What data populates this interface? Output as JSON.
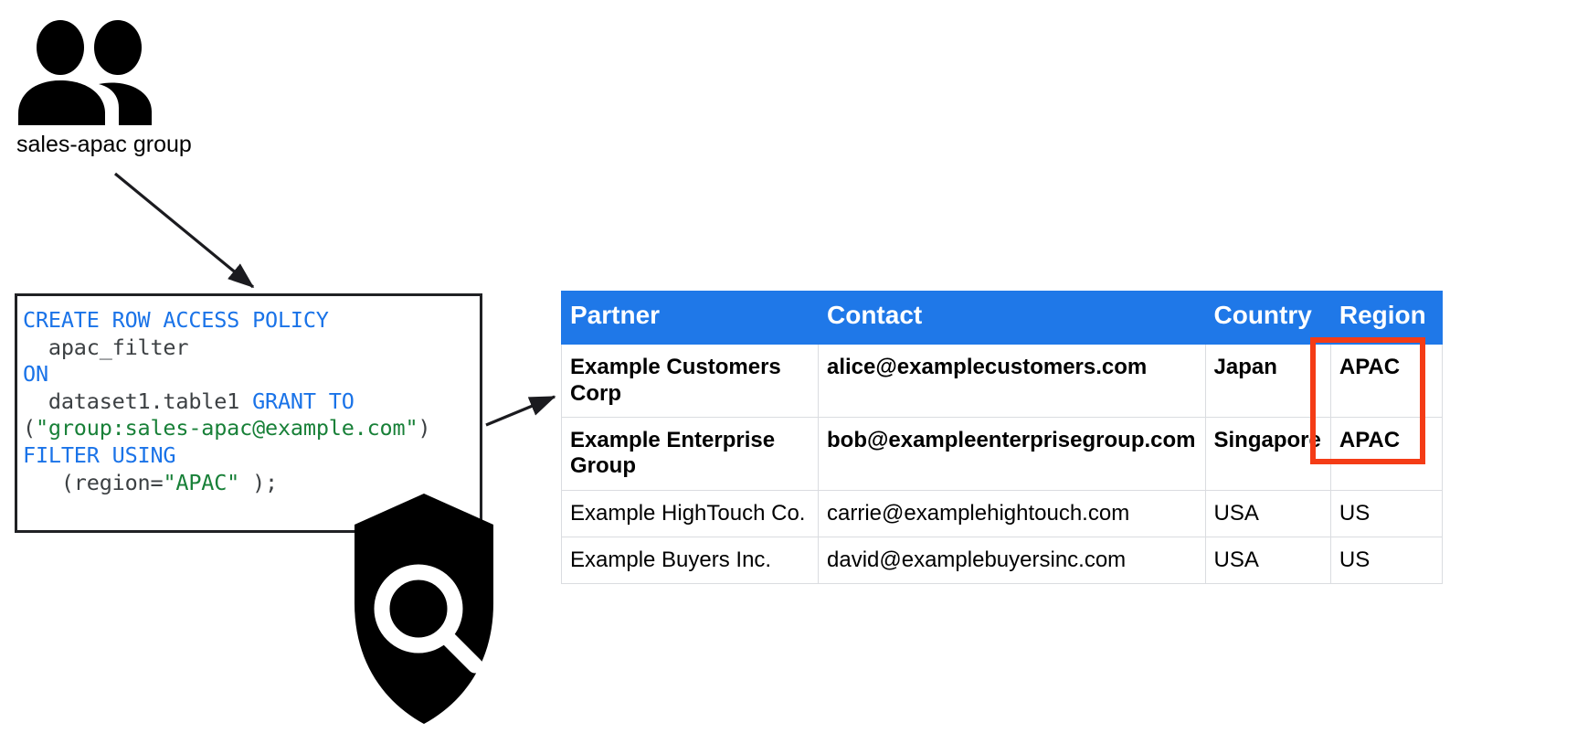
{
  "group": {
    "icon": "people-group-icon",
    "label": "sales-apac group"
  },
  "shield": {
    "icon": "shield-magnifier-icon"
  },
  "code": {
    "name": "row-access-policy-sql",
    "lines": [
      [
        {
          "t": "CREATE ROW ACCESS POLICY",
          "c": "kw"
        }
      ],
      [
        {
          "t": "  apac_filter",
          "c": "id"
        }
      ],
      [
        {
          "t": "ON",
          "c": "kw"
        }
      ],
      [
        {
          "t": "  dataset1.table1 ",
          "c": "id"
        },
        {
          "t": "GRANT TO",
          "c": "kw"
        }
      ],
      [
        {
          "t": "(",
          "c": "id"
        },
        {
          "t": "\"group:sales-apac@example.com\"",
          "c": "str"
        },
        {
          "t": ")",
          "c": "id"
        }
      ],
      [
        {
          "t": "FILTER USING",
          "c": "kw"
        }
      ],
      [
        {
          "t": "   (region=",
          "c": "id"
        },
        {
          "t": "\"APAC\"",
          "c": "str"
        },
        {
          "t": " );",
          "c": "id"
        }
      ]
    ]
  },
  "table": {
    "name": "partner-table",
    "columns": [
      "Partner",
      "Contact",
      "Country",
      "Region"
    ],
    "rows": [
      {
        "state": "active",
        "partner": "Example Customers Corp",
        "contact": "alice@examplecustomers.com",
        "country": "Japan",
        "region": "APAC"
      },
      {
        "state": "active",
        "partner": "Example Enterprise Group",
        "contact": "bob@exampleenterprisegroup.com",
        "country": "Singapore",
        "region": "APAC"
      },
      {
        "state": "muted",
        "partner": "Example HighTouch Co.",
        "contact": "carrie@examplehightouch.com",
        "country": "USA",
        "region": "US"
      },
      {
        "state": "muted",
        "partner": "Example Buyers Inc.",
        "contact": "david@examplebuyersinc.com",
        "country": "USA",
        "region": "US"
      }
    ]
  },
  "highlight": {
    "name": "region-apac-highlight",
    "color": "#f43c16"
  },
  "colors": {
    "header_blue": "#1f78e8",
    "keyword_blue": "#1a73e8",
    "string_green": "#188038",
    "muted_gray": "#c3c7cc",
    "code_border": "#202124",
    "grid_line": "#dadce0"
  }
}
